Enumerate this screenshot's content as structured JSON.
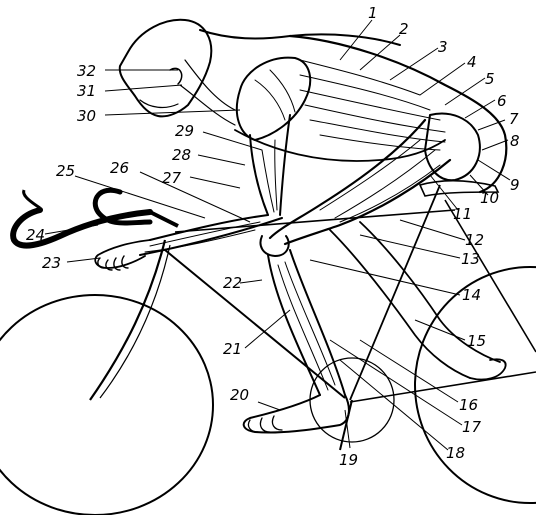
{
  "figure": {
    "labels": [
      "1",
      "2",
      "3",
      "4",
      "5",
      "6",
      "7",
      "8",
      "9",
      "10",
      "11",
      "12",
      "13",
      "14",
      "15",
      "16",
      "17",
      "18",
      "19",
      "20",
      "21",
      "22",
      "23",
      "24",
      "25",
      "26",
      "27",
      "28",
      "29",
      "30",
      "31",
      "32"
    ]
  }
}
